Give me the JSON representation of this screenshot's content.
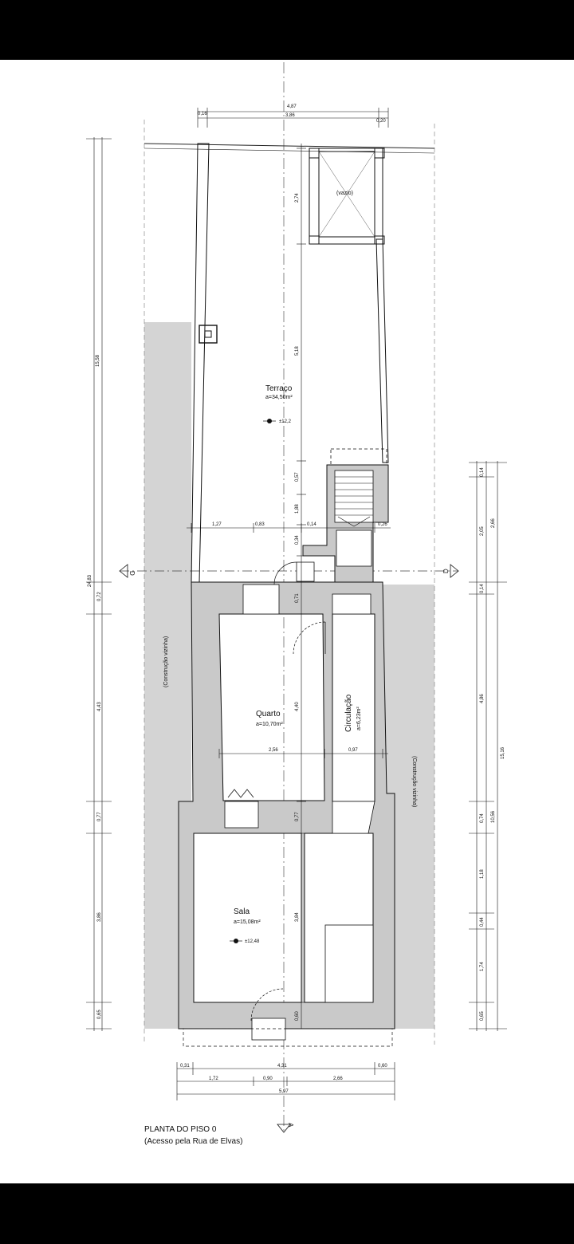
{
  "caption": {
    "title": "PLANTA DO PISO 0",
    "subtitle": "(Acesso pela Rua de Elvas)"
  },
  "rooms": {
    "terrace": {
      "name": "Terraço",
      "area": "a=34,50m²",
      "level": "±12,2"
    },
    "void": {
      "name": "(vazio)"
    },
    "bedroom": {
      "name": "Quarto",
      "area": "a=10,70m²"
    },
    "circulation": {
      "name": "Circulação",
      "area": "a=6,23m²"
    },
    "living": {
      "name": "Sala",
      "area": "a=15,08m²",
      "level": "±12,48"
    }
  },
  "neighbours": {
    "left": "(Construção vizinha)",
    "right": "(Construção vizinha)"
  },
  "section_marks": {
    "left": "D",
    "right": "D",
    "bottom": "A"
  },
  "dimensions": {
    "top_total": "4,87",
    "top_inner": "3,86",
    "top_left": "0,16",
    "top_right": "0,20",
    "left_outer_upper": "15,58",
    "left_outer_total": "24,83",
    "left_seg_1": "0,72",
    "left_seg_2": "4,43",
    "left_seg_3": "0,77",
    "left_seg_4": "3,86",
    "left_seg_5": "0,65",
    "void_height": "2,74",
    "terrace_height": "5,18",
    "stair_1": "0,57",
    "stair_2": "1,88",
    "stair_3": "0,34",
    "stair_4": "0,71",
    "terrace_w1": "1,27",
    "terrace_w2": "0,83",
    "terrace_w3": "0,14",
    "terrace_w4": "0,26",
    "bedroom_depth": "4,40",
    "bedroom_width": "2,56",
    "corridor_width": "0,97",
    "mid_wall": "0,77",
    "living_depth": "3,84",
    "front_wall": "0,60",
    "right_r1": "0,14",
    "right_r2": "2,05",
    "right_r3": "2,66",
    "right_r4": "0,14",
    "right_r5": "4,86",
    "right_r6": "0,74",
    "right_r7": "1,18",
    "right_r8": "0,44",
    "right_r9": "1,74",
    "right_r10": "0,65",
    "right_outer_1": "10,56",
    "right_outer_2": "15,16",
    "bottom_total": "4,31",
    "bottom_left": "0,31",
    "bottom_right": "0,60",
    "bottom_w1": "1,72",
    "bottom_w2": "0,90",
    "bottom_w3": "2,66",
    "bottom_overall": "5,97"
  }
}
